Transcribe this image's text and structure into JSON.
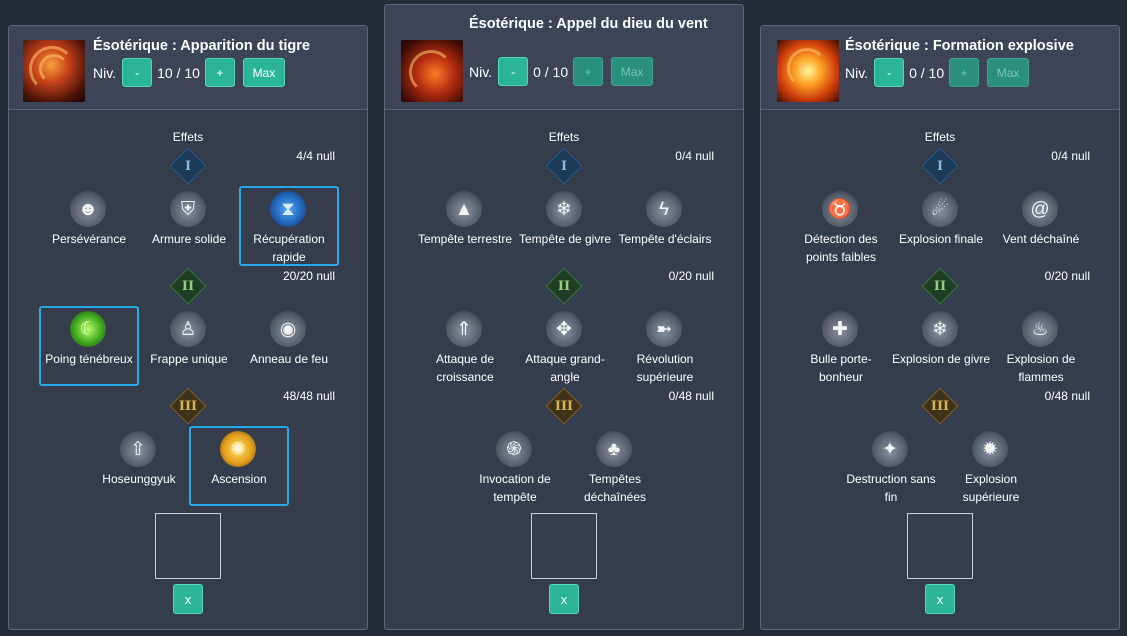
{
  "panels": [
    {
      "title": "Ésotérique : Apparition du tigre",
      "level_label": "Niv.",
      "level_value": "10 / 10",
      "minus_label": "-",
      "plus_label": "+",
      "max_label": "Max",
      "effects_label": "Effets",
      "tiers": [
        {
          "numeral": "I",
          "count": "4/4 null",
          "skills": [
            {
              "name": "Persévérance",
              "icon": "person-burst-icon"
            },
            {
              "name": "Armure solide",
              "icon": "shield-plus-icon"
            },
            {
              "name": "Récupération rapide",
              "icon": "hourglass-arrow-icon",
              "selected": true
            }
          ]
        },
        {
          "numeral": "II",
          "count": "20/20 null",
          "skills": [
            {
              "name": "Poing ténébreux",
              "icon": "crescent-moon-icon",
              "selected": true
            },
            {
              "name": "Frappe unique",
              "icon": "figure-icon"
            },
            {
              "name": "Anneau de feu",
              "icon": "ring-icon"
            }
          ]
        },
        {
          "numeral": "III",
          "count": "48/48 null",
          "skills": [
            {
              "name": "Hoseunggyuk",
              "icon": "arrow-up-burst-icon"
            },
            {
              "name": "Ascension",
              "icon": "gold-burst-icon",
              "selected": true
            }
          ]
        }
      ],
      "close_label": "x"
    },
    {
      "title": "Ésotérique : Appel du dieu du vent",
      "level_label": "Niv.",
      "level_value": "0 / 10",
      "minus_label": "-",
      "plus_label": "+",
      "max_label": "Max",
      "effects_label": "Effets",
      "tiers": [
        {
          "numeral": "I",
          "count": "0/4 null",
          "skills": [
            {
              "name": "Tempête terrestre",
              "icon": "mountain-icon"
            },
            {
              "name": "Tempête de givre",
              "icon": "snowflake-icon"
            },
            {
              "name": "Tempête d'éclairs",
              "icon": "lightning-icon"
            }
          ]
        },
        {
          "numeral": "II",
          "count": "0/20 null",
          "skills": [
            {
              "name": "Attaque de croissance",
              "icon": "arrow-up-spikes-icon"
            },
            {
              "name": "Attaque grand-angle",
              "icon": "compass-icon"
            },
            {
              "name": "Révolution supérieure",
              "icon": "runner-icon"
            }
          ]
        },
        {
          "numeral": "III",
          "count": "0/48 null",
          "skills": [
            {
              "name": "Invocation de tempête",
              "icon": "vortex-icon"
            },
            {
              "name": "Tempêtes déchaînées",
              "icon": "tree-storm-icon"
            }
          ]
        }
      ],
      "close_label": "x"
    },
    {
      "title": "Ésotérique : Formation explosive",
      "level_label": "Niv.",
      "level_value": "0 / 10",
      "minus_label": "-",
      "plus_label": "+",
      "max_label": "Max",
      "effects_label": "Effets",
      "tiers": [
        {
          "numeral": "I",
          "count": "0/4 null",
          "skills": [
            {
              "name": "Détection des points faibles",
              "icon": "bull-skull-icon"
            },
            {
              "name": "Explosion finale",
              "icon": "streak-icon"
            },
            {
              "name": "Vent déchaîné",
              "icon": "spiral-icon"
            }
          ]
        },
        {
          "numeral": "II",
          "count": "0/20 null",
          "skills": [
            {
              "name": "Bulle porte-bonheur",
              "icon": "bubble-plus-icon"
            },
            {
              "name": "Explosion de givre",
              "icon": "snowflake-icon"
            },
            {
              "name": "Explosion de flammes",
              "icon": "flame-icon"
            }
          ]
        },
        {
          "numeral": "III",
          "count": "0/48 null",
          "skills": [
            {
              "name": "Destruction sans fin",
              "icon": "meteors-icon"
            },
            {
              "name": "Explosion supérieure",
              "icon": "sunburst-icon"
            }
          ]
        }
      ],
      "close_label": "x"
    }
  ]
}
